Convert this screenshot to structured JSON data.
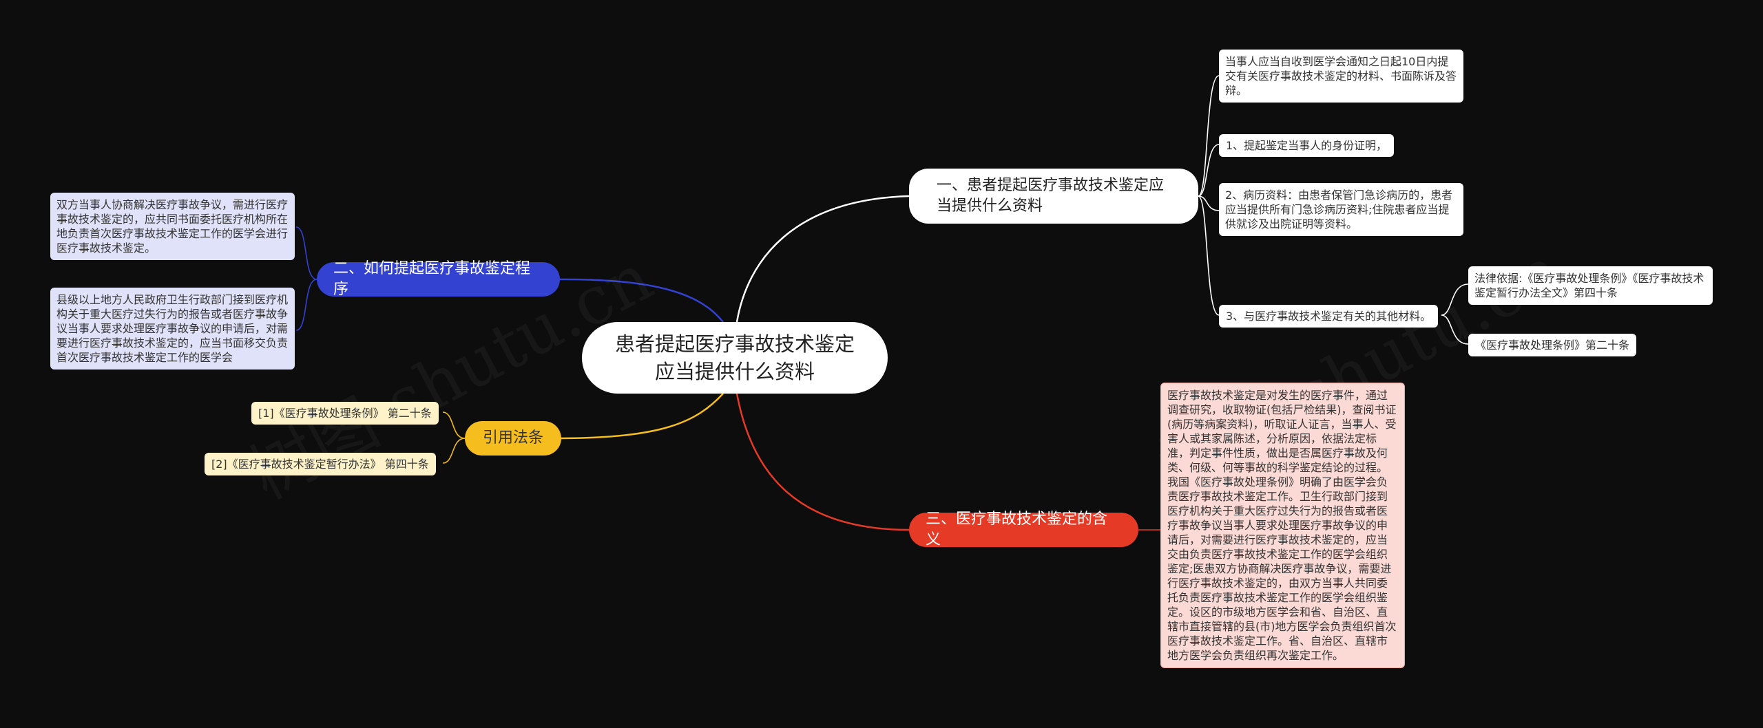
{
  "root": {
    "label": "患者提起医疗事故技术鉴定应当提供什么资料"
  },
  "branches": {
    "b1": {
      "label": "一、患者提起医疗事故技术鉴定应当提供什么资料",
      "children": [
        "当事人应当自收到医学会通知之日起10日内提交有关医疗事故技术鉴定的材料、书面陈诉及答辩。",
        "1、提起鉴定当事人的身份证明，",
        "2、病历资料：由患者保管门急诊病历的，患者应当提供所有门急诊病历资料;住院患者应当提供就诊及出院证明等资料。",
        "3、与医疗事故技术鉴定有关的其他材料。"
      ],
      "sub": [
        "法律依据:《医疗事故处理条例》《医疗事故技术鉴定暂行办法全文》第四十条",
        "《医疗事故处理条例》第二十条"
      ]
    },
    "b2": {
      "label": "二、如何提起医疗事故鉴定程序",
      "children": [
        "双方当事人协商解决医疗事故争议，需进行医疗事故技术鉴定的，应共同书面委托医疗机构所在地负责首次医疗事故技术鉴定工作的医学会进行医疗事故技术鉴定。",
        "县级以上地方人民政府卫生行政部门接到医疗机构关于重大医疗过失行为的报告或者医疗事故争议当事人要求处理医疗事故争议的申请后，对需要进行医疗事故技术鉴定的，应当书面移交负责首次医疗事故技术鉴定工作的医学会"
      ]
    },
    "b3": {
      "label": "三、医疗事故技术鉴定的含义",
      "children": [
        "医疗事故技术鉴定是对发生的医疗事件，通过调查研究，收取物证(包括尸检结果)，查阅书证(病历等病案资料)，听取证人证言，当事人、受害人或其家属陈述，分析原因，依据法定标准，判定事件性质，做出是否属医疗事故及何类、何级、何等事故的科学鉴定结论的过程。我国《医疗事故处理条例》明确了由医学会负责医疗事故技术鉴定工作。卫生行政部门接到医疗机构关于重大医疗过失行为的报告或者医疗事故争议当事人要求处理医疗事故争议的申请后，对需要进行医疗事故技术鉴定的，应当交由负责医疗事故技术鉴定工作的医学会组织鉴定;医患双方协商解决医疗事故争议，需要进行医疗事故技术鉴定的，由双方当事人共同委托负责医疗事故技术鉴定工作的医学会组织鉴定。设区的市级地方医学会和省、自治区、直辖市直接管辖的县(市)地方医学会负责组织首次医疗事故技术鉴定工作。省、自治区、直辖市地方医学会负责组织再次鉴定工作。"
      ]
    },
    "b4": {
      "label": "引用法条",
      "children": [
        "[1]《医疗事故处理条例》 第二十条",
        "[2]《医疗事故技术鉴定暂行办法》 第四十条"
      ]
    }
  },
  "watermark": [
    "树图 shutu.cn",
    "树图 shutu.cn"
  ],
  "colors": {
    "background": "#0d0d0e",
    "branch1": "#ffffff",
    "branch2": "#3342d1",
    "branch3": "#e53a26",
    "branch4": "#f5bd1d"
  }
}
